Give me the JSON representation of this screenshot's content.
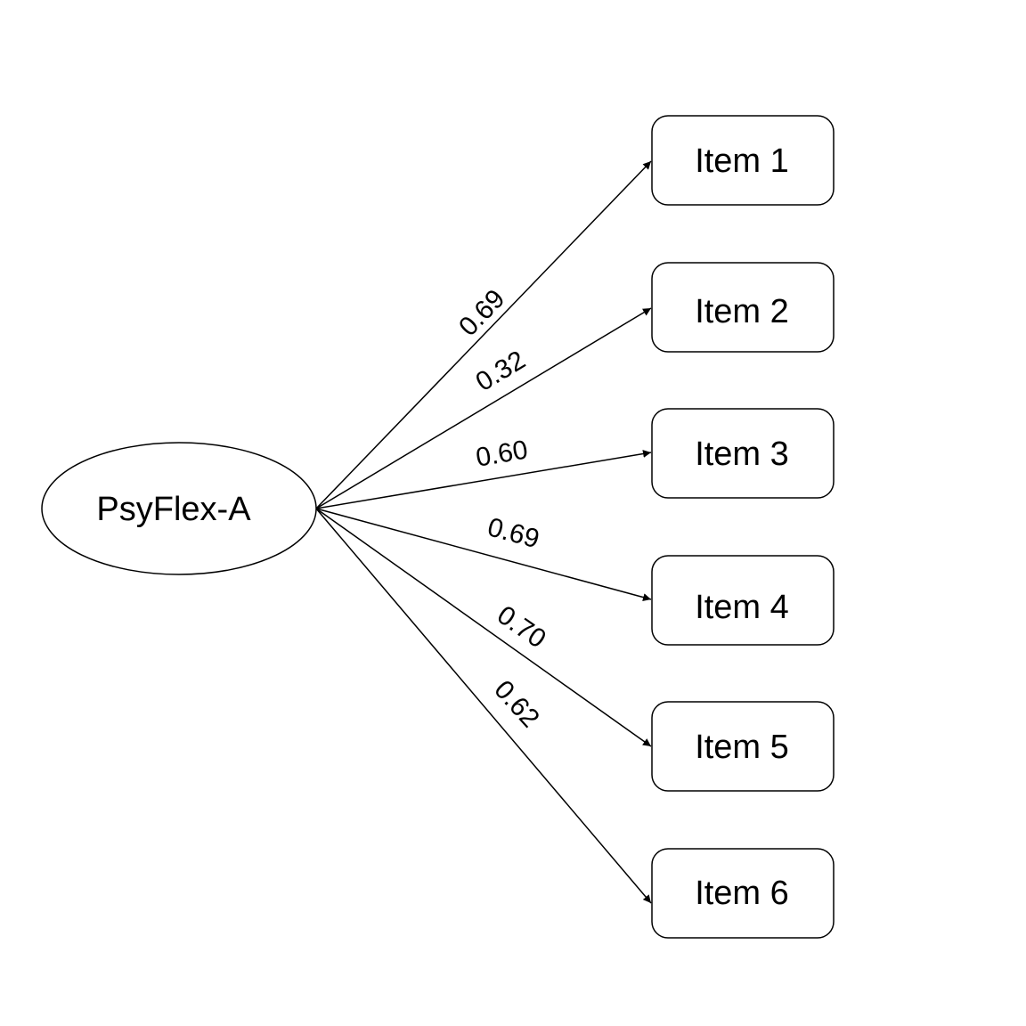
{
  "latent": {
    "label": "PsyFlex-A"
  },
  "items": [
    {
      "label": "Item 1"
    },
    {
      "label": "Item 2"
    },
    {
      "label": "Item 3"
    },
    {
      "label": "Item 4"
    },
    {
      "label": "Item 5"
    },
    {
      "label": "Item 6"
    }
  ],
  "loadings": [
    "0.69",
    "0.32",
    "0.60",
    "0.69",
    "0.70",
    "0.62"
  ]
}
